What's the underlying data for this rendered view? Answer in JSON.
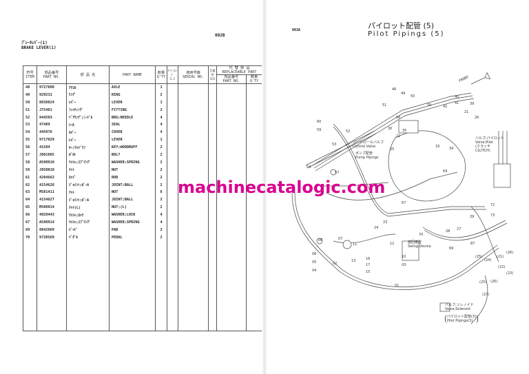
{
  "left_page": {
    "page_code": "002B",
    "title_jp": "ﾌﾞﾚｰｷﾚﾊﾞｰ(1)",
    "title_en": "BRAKE LEVER(1)",
    "headers": {
      "item_jp": "符号",
      "item_en": "ITEM",
      "partno_jp": "部品番号",
      "partno_en": "PART NO.",
      "name_jp": "部 品 名",
      "name_en": "PART NAME",
      "qty_jp": "数量",
      "qty_en": "Q'TY",
      "sc_jp": "ｻｰﾋﾞｽｺｰﾄﾞ",
      "sc_en": "S.C",
      "serial_jp": "適用号機",
      "serial_en": "SERIAL NO.",
      "ica_jp": "互換性",
      "ica_en": "ICA",
      "repl_jp": "代 替 部 品",
      "repl_en": "REPLACEABLE PART",
      "repl_partno_jp": "部品番号",
      "repl_partno_en": "PART NO.",
      "repl_qty_jp": "数量",
      "repl_qty_en": "Q'TY"
    },
    "rows": [
      {
        "item": "48",
        "part_no": "9727800",
        "name_jp": "ｱｸｽﾙ",
        "name": "AXLE",
        "qty": "1"
      },
      {
        "item": "49",
        "part_no": "929231",
        "name_jp": "ﾘﾝｸﾞ",
        "name": "RING",
        "qty": "2"
      },
      {
        "item": "50",
        "part_no": "8038824",
        "name_jp": "ﾚﾊﾞｰ",
        "name": "LEVER",
        "qty": "1"
      },
      {
        "item": "51",
        "part_no": "J75481",
        "name_jp": "ﾌｨｯﾃｨﾝｸﾞ",
        "name": "FITTING",
        "qty": "2"
      },
      {
        "item": "52",
        "part_no": "944503",
        "name_jp": "ﾍﾞｱﾘﾝｸﾞ;ﾆｰﾄﾞﾙ",
        "name": "BRG;NEEDLE",
        "qty": "4"
      },
      {
        "item": "53",
        "part_no": "47489",
        "name_jp": "ｼｰﾙ",
        "name": "SEAL",
        "qty": "4"
      },
      {
        "item": "54",
        "part_no": "445076",
        "name_jp": "ｶﾊﾞｰ",
        "name": "COVER",
        "qty": "4"
      },
      {
        "item": "55",
        "part_no": "9717029",
        "name_jp": "ﾚﾊﾞｰ",
        "name": "LEVER",
        "qty": "1"
      },
      {
        "item": "56",
        "part_no": "41504",
        "name_jp": "ｷｰ;ｳｯﾄﾞﾗﾌ",
        "name": "KEY;WOODRUFF",
        "qty": "2"
      },
      {
        "item": "57",
        "part_no": "J801065",
        "name_jp": "ﾎﾞﾙﾄ",
        "name": "BOLT",
        "qty": "2"
      },
      {
        "item": "58",
        "part_no": "A590910",
        "name_jp": "ﾜｯｼｬ;ｽﾌﾟﾘﾝｸﾞ",
        "name": "WASHER;SPRING",
        "qty": "2"
      },
      {
        "item": "59",
        "part_no": "J850010",
        "name_jp": "ﾅｯﾄ",
        "name": "NUT",
        "qty": "2"
      },
      {
        "item": "61",
        "part_no": "4204663",
        "name_jp": "ﾛｯﾄﾞ",
        "name": "ROD",
        "qty": "2"
      },
      {
        "item": "62",
        "part_no": "4154626",
        "name_jp": "ｼﾞｮｲﾝﾄ;ﾎﾞｰﾙ",
        "name": "JOINT;BALL",
        "qty": "2"
      },
      {
        "item": "63",
        "part_no": "M581411",
        "name_jp": "ﾅｯﾄ",
        "name": "NUT",
        "qty": "6"
      },
      {
        "item": "64",
        "part_no": "4154627",
        "name_jp": "ｼﾞｮｲﾝﾄ;ﾎﾞｰﾙ",
        "name": "JOINT;BALL",
        "qty": "2"
      },
      {
        "item": "65",
        "part_no": "M580014",
        "name_jp": "ﾅｯﾄ(L)",
        "name": "NUT;(L)",
        "qty": "2"
      },
      {
        "item": "66",
        "part_no": "4020443",
        "name_jp": "ﾜｯｼｬ;ﾛｯｸ",
        "name": "WASHER;LOCK",
        "qty": "4"
      },
      {
        "item": "67",
        "part_no": "A590914",
        "name_jp": "ﾜｯｼｬ;ｽﾌﾟﾘﾝｸﾞ",
        "name": "WASHER;SPRING",
        "qty": "4"
      },
      {
        "item": "69",
        "part_no": "8042069",
        "name_jp": "ﾊﾟｯﾄﾞ",
        "name": "PAD",
        "qty": "2"
      },
      {
        "item": "70",
        "part_no": "9730569",
        "name_jp": "ﾍﾟﾀﾞﾙ",
        "name": "PEDAL",
        "qty": "2"
      }
    ]
  },
  "right_page": {
    "page_code": "003A",
    "title_jp": "パイロット配管 (5)",
    "title_en": "Pilot Pipings (5)",
    "front_label": "FRONT",
    "annotations": {
      "control_valve_jp": "コントロールバルブ",
      "control_valve_en": "Control Valve",
      "pump_pipings_jp": "ポンプ配管",
      "pump_pipings_en": "Pump Pipings",
      "pilot_valve_jp": "バルブ;パイロット",
      "pilot_valve_en": "Valve;Pilot",
      "clutch_jp": "(クラッチ",
      "clutch_en": "CLUTCH)",
      "swing_device_jp": "旋回装置",
      "swing_device_en": "Swing Device",
      "solenoid_jp": "バルブ;ソレノイド",
      "solenoid_en": "Valve;Solenoid",
      "pilot3_jp": "パイロット配管(3)",
      "pilot3_en": "Pilot Pipings(3)"
    },
    "callouts": [
      "46",
      "49",
      "50",
      "40",
      "41",
      "51",
      "55",
      "42",
      "39",
      "21",
      "26",
      "56",
      "60",
      "59",
      "52",
      "30",
      "35",
      "53",
      "22",
      "33",
      "34",
      "25",
      "54",
      "57",
      "64",
      "72",
      "73",
      "29",
      "67",
      "24",
      "23",
      "08",
      "06",
      "05",
      "04",
      "07",
      "11",
      "13",
      "16",
      "17",
      "15",
      "02",
      "01",
      "10",
      "03",
      "12",
      "28",
      "27",
      "70",
      "69",
      "87",
      "(25)",
      "(24)",
      "(21)",
      "(26)",
      "(23)",
      "(22)",
      "(25)",
      "(26)",
      "(27)"
    ]
  },
  "watermark": "machinecatalogic.com"
}
